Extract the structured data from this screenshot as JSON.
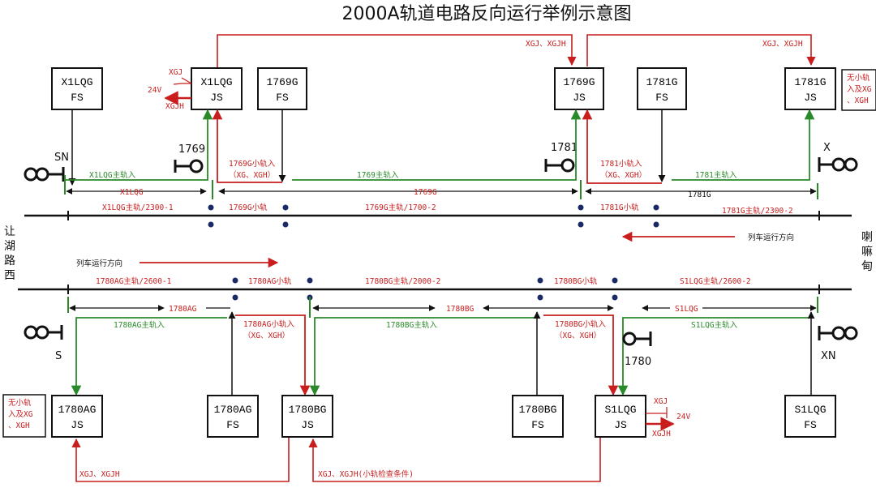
{
  "title": "2000A轨道电路反向运行举例示意图",
  "colors": {
    "red": "#c81e1e",
    "green": "#2a8a2a",
    "black": "#111111"
  },
  "side_labels": {
    "left": [
      "让",
      "湖",
      "路",
      "西"
    ],
    "right": [
      "喇",
      "嘛",
      "甸"
    ]
  },
  "boxes": {
    "x1lqg_fs": [
      "X1LQG",
      "FS"
    ],
    "x1lqg_js": [
      "X1LQG",
      "JS"
    ],
    "g1769_fs": [
      "1769G",
      "FS"
    ],
    "g1769_js": [
      "1769G",
      "JS"
    ],
    "g1781_fs": [
      "1781G",
      "FS"
    ],
    "g1781_js": [
      "1781G",
      "JS"
    ],
    "ag1780_js": [
      "1780AG",
      "JS"
    ],
    "ag1780_fs": [
      "1780AG",
      "FS"
    ],
    "bg1780_js": [
      "1780BG",
      "JS"
    ],
    "bg1780_fs": [
      "1780BG",
      "FS"
    ],
    "s1lqg_js": [
      "S1LQG",
      "JS"
    ],
    "s1lqg_fs": [
      "S1LQG",
      "FS"
    ]
  },
  "no_small_rail": [
    "无小轨",
    "入及XG",
    "、XGH"
  ],
  "signals": {
    "sn": "SN",
    "x": "X",
    "s": "S",
    "xn": "XN",
    "s1769": "1769",
    "s1781": "1781",
    "s1780": "1780"
  },
  "top": {
    "xgj_xgjh": "XGJ、XGJH",
    "xgj": "XGJ",
    "v24": "24V",
    "xgjh": "XGJH",
    "main_in_x1lqg": "X1LQG主轨入",
    "main_in_1769": "1769主轨入",
    "main_in_1781": "1781主轨入",
    "small_in_1769g": [
      "1769G小轨入",
      "（XG、XGH）"
    ],
    "small_in_1781g": [
      "1781小轨入",
      "（XG、XGH）"
    ],
    "sec_x1lqg": "X1LQG",
    "sec_1769g": "1769G",
    "sec_1781g": "1781G",
    "t_x1lqg_main": "X1LQG主轨/2300-1",
    "t_1769g_small": "1769G小轨",
    "t_1769g_main": "1769G主轨/1700-2",
    "t_1781g_small": "1781G小轨",
    "t_1781g_main": "1781G主轨/2300-2",
    "direction": "列车运行方向"
  },
  "bottom": {
    "direction": "列车运行方向",
    "t_1780ag_main": "1780AG主轨/2600-1",
    "t_1780ag_small": "1780AG小轨",
    "t_1780bg_main": "1780BG主轨/2000-2",
    "t_1780bg_small": "1780BG小轨",
    "t_s1lqg_main": "S1LQG主轨/2600-2",
    "sec_1780ag": "1780AG",
    "sec_1780bg": "1780BG",
    "sec_s1lqg": "S1LQG",
    "main_in_1780ag": "1780AG主轨入",
    "main_in_1780bg": "1780BG主轨入",
    "main_in_s1lqg": "S1LQG主轨入",
    "small_in_1780ag": [
      "1780AG小轨入",
      "（XG、XGH）"
    ],
    "small_in_1780bg": [
      "1780BG小轨入",
      "（XG、XGH）"
    ],
    "xgj": "XGJ",
    "v24": "24V",
    "xgjh": "XGJH",
    "xgj_xgjh": "XGJ、XGJH",
    "xgj_xgjh_check": "XGJ、XGJH(小轨检查条件)"
  }
}
